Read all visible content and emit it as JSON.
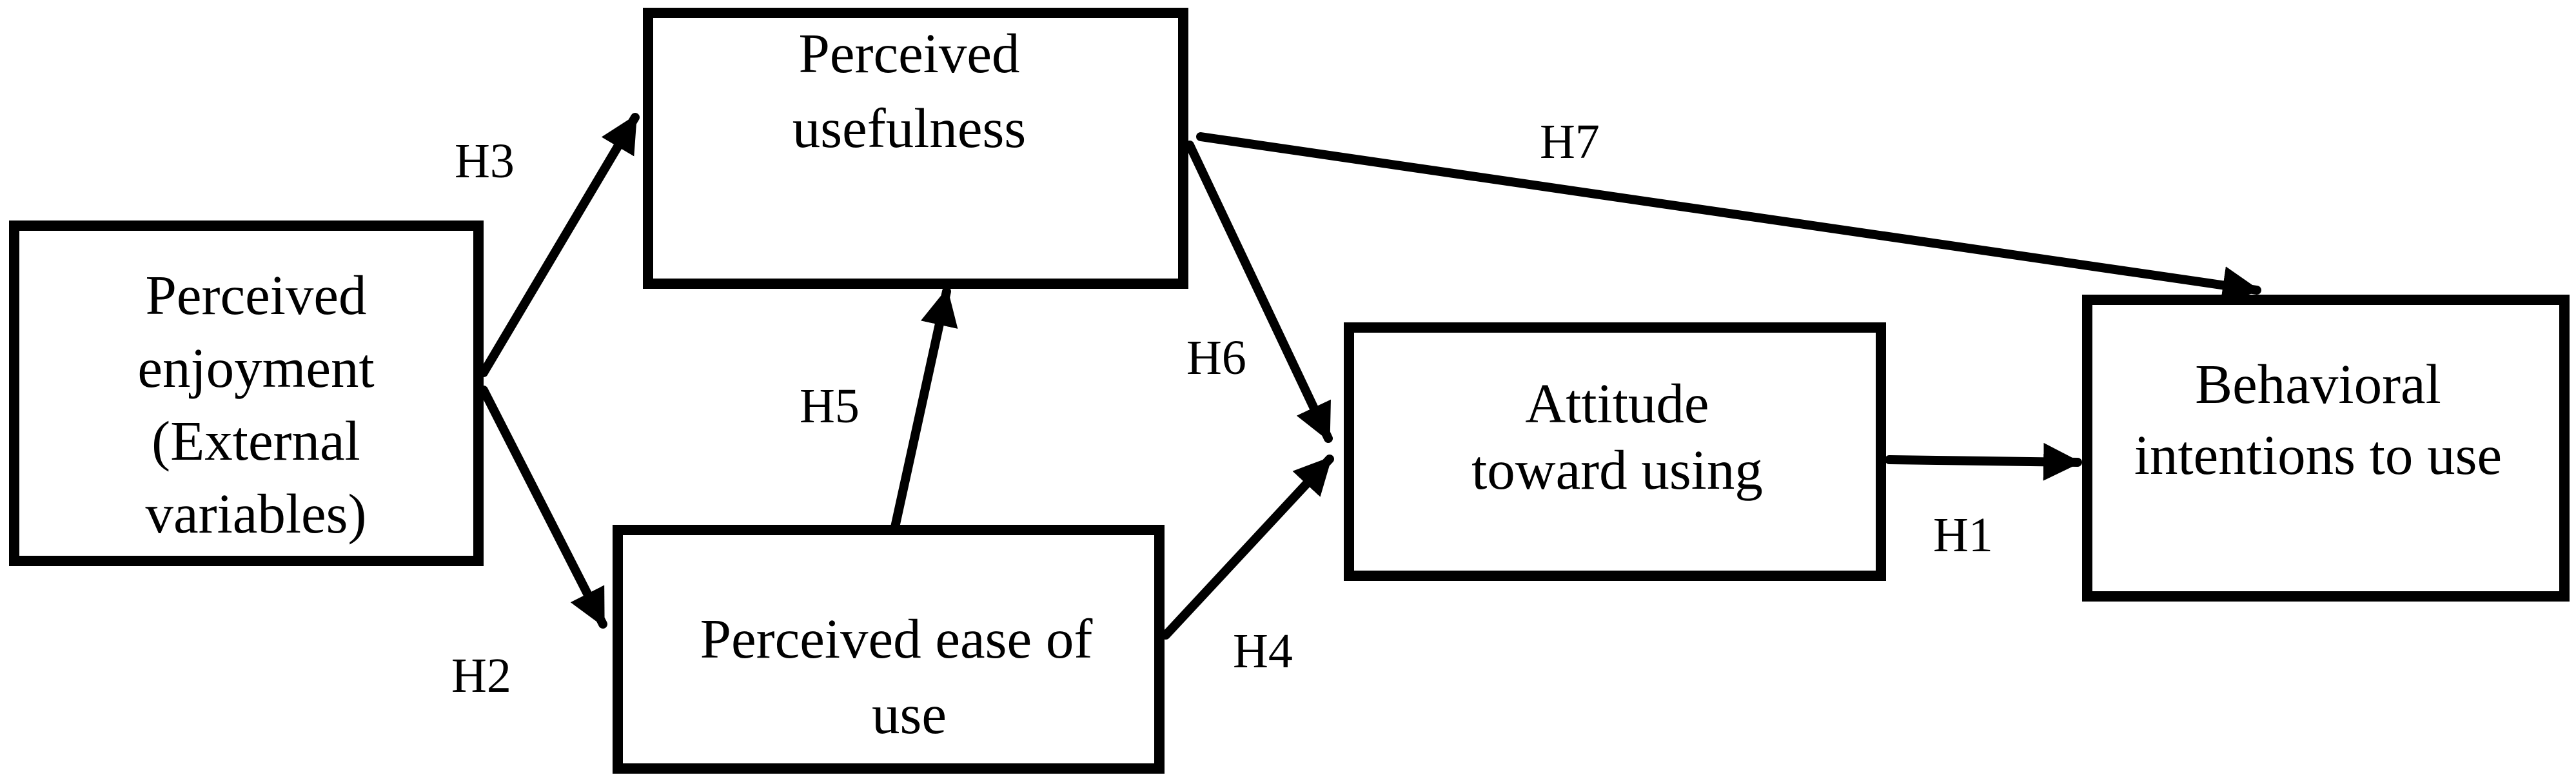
{
  "colors": {
    "stroke": "#000000",
    "background": "#ffffff"
  },
  "nodes": {
    "perceived_enjoyment": [
      "Perceived",
      "enjoyment",
      "(External",
      "variables)"
    ],
    "perceived_usefulness": [
      "Perceived",
      "usefulness"
    ],
    "perceived_ease_of_use": [
      "Perceived ease of",
      "use"
    ],
    "attitude_toward_using": [
      "Attitude",
      "toward using"
    ],
    "behavioral_intentions": [
      "Behavioral",
      "intentions to use"
    ]
  },
  "edges": [
    {
      "label": "H3",
      "from": "Perceived enjoyment (External variables)",
      "to": "Perceived usefulness"
    },
    {
      "label": "H2",
      "from": "Perceived enjoyment (External variables)",
      "to": "Perceived ease of use"
    },
    {
      "label": "H5",
      "from": "Perceived ease of use",
      "to": "Perceived usefulness"
    },
    {
      "label": "H6",
      "from": "Perceived usefulness",
      "to": "Attitude toward using"
    },
    {
      "label": "H4",
      "from": "Perceived ease of use",
      "to": "Attitude toward using"
    },
    {
      "label": "H7",
      "from": "Perceived usefulness",
      "to": "Behavioral intentions to use"
    },
    {
      "label": "H1",
      "from": "Attitude toward using",
      "to": "Behavioral intentions to use"
    }
  ]
}
